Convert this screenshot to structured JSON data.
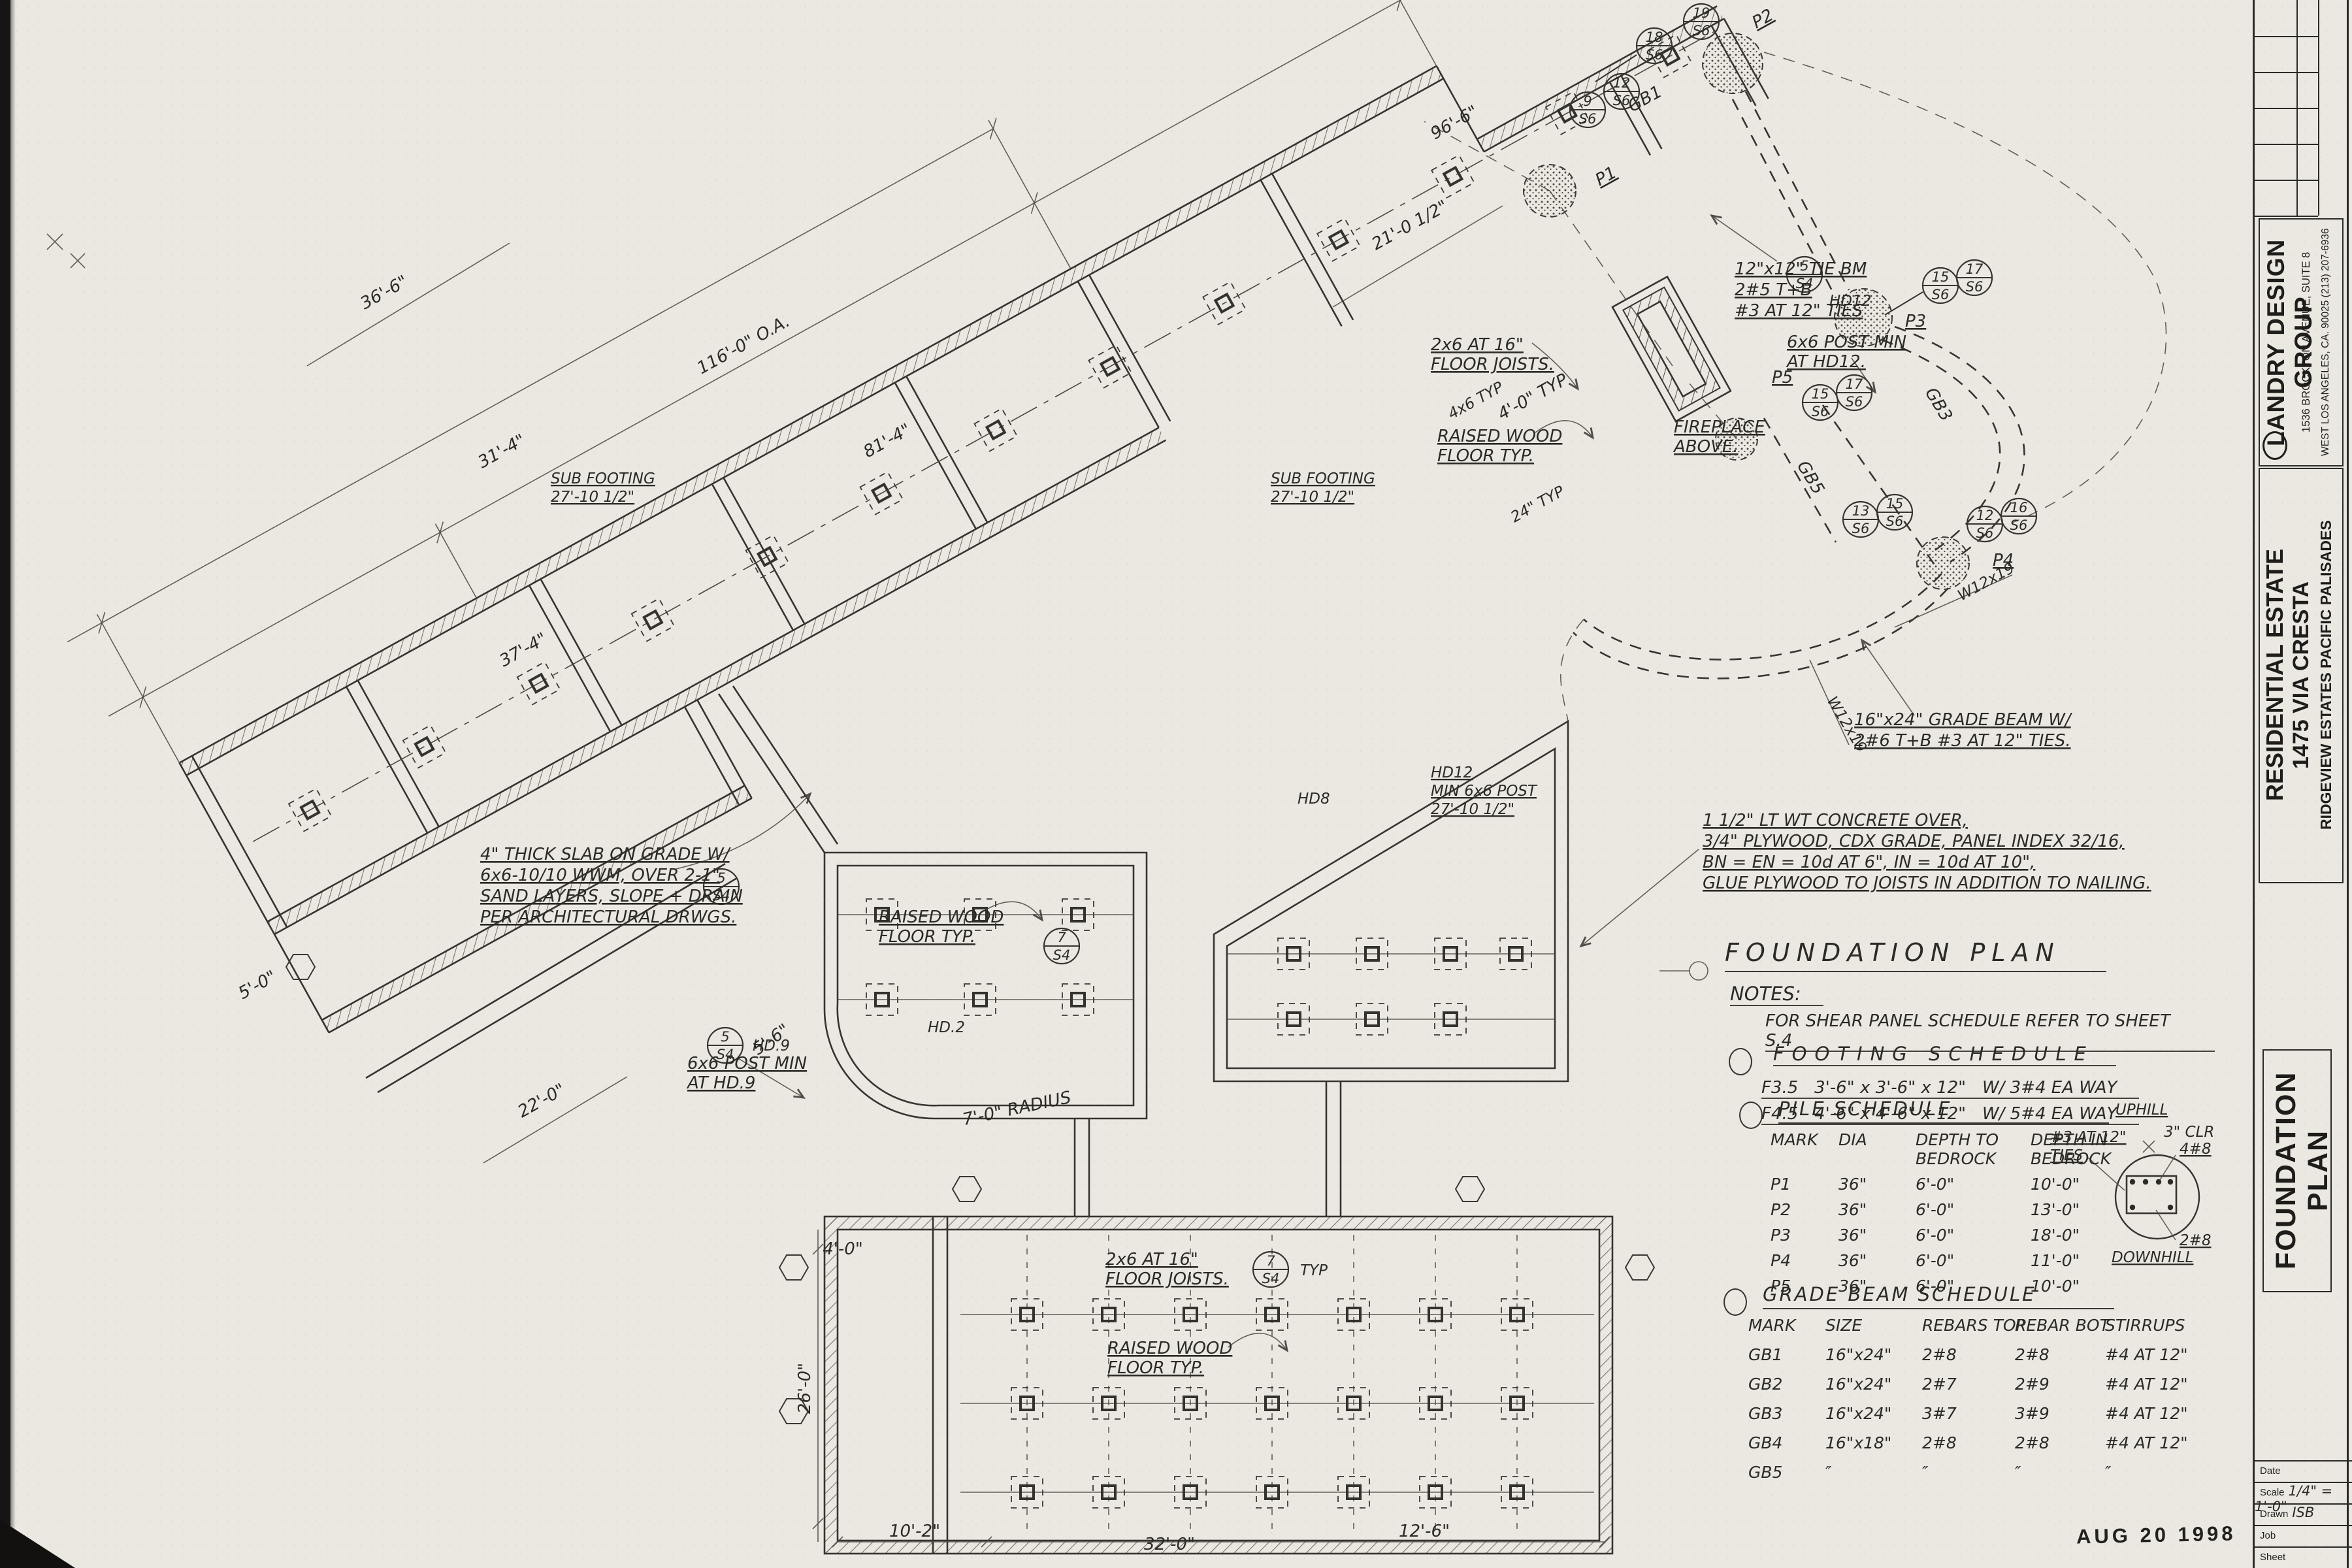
{
  "sheet": {
    "stamp_date": "AUG 20 1998"
  },
  "title_block": {
    "firm_name": "LANDRY DESIGN GROUP",
    "firm_address1": "1536 BROCKTON AVENUE, SUITE 8",
    "firm_address2": "WEST LOS ANGELES, CA. 90025 (213) 207-6936",
    "project_line1": "RESIDENTIAL ESTATE",
    "project_line2": "1475 VIA CRESTA",
    "project_line3": "RIDGEVIEW ESTATES   PACIFIC PALISADES",
    "sheet_title": "FOUNDATION PLAN",
    "fields": [
      {
        "label": "Date",
        "value": ""
      },
      {
        "label": "Scale",
        "value": "1/4\" = 1'-0\""
      },
      {
        "label": "Drawn",
        "value": "ISB"
      },
      {
        "label": "Job",
        "value": ""
      },
      {
        "label": "Sheet",
        "value": ""
      }
    ]
  },
  "plan_head": {
    "title": "FOUNDATION PLAN",
    "notes_label": "NOTES:",
    "note_shear": "FOR SHEAR PANEL SCHEDULE REFER TO SHEET S.4"
  },
  "footing_schedule": {
    "title": "FOOTING SCHEDULE",
    "rows": [
      {
        "mark": "F3.5",
        "size": "3'-6\" x 3'-6\" x 12\"",
        "reinf": "W/ 3#4 EA WAY"
      },
      {
        "mark": "F4.5",
        "size": "4'-6\" x 4'-6\" x 12\"",
        "reinf": "W/ 5#4 EA WAY"
      }
    ]
  },
  "pile_schedule": {
    "title": "PILE SCHEDULE",
    "h_mark": "MARK",
    "h_dia": "DIA",
    "h_depth_to": "DEPTH TO",
    "h_bedrock1": "BEDROCK",
    "h_depth_in": "DEPTH IN",
    "h_bedrock2": "BEDROCK",
    "rows": [
      [
        "P1",
        "36\"",
        "6'-0\"",
        "10'-0\""
      ],
      [
        "P2",
        "36\"",
        "6'-0\"",
        "13'-0\""
      ],
      [
        "P3",
        "36\"",
        "6'-0\"",
        "18'-0\""
      ],
      [
        "P4",
        "36\"",
        "6'-0\"",
        "11'-0\""
      ],
      [
        "P5",
        "36\"",
        "6'-0\"",
        "10'-0\""
      ]
    ]
  },
  "grade_beam_schedule": {
    "title": "GRADE BEAM SCHEDULE",
    "headers": [
      "MARK",
      "SIZE",
      "REBARS TOP",
      "REBAR BOT",
      "STIRRUPS"
    ],
    "rows": [
      [
        "GB1",
        "16\"x24\"",
        "2#8",
        "2#8",
        "#4 AT 12\""
      ],
      [
        "GB2",
        "16\"x24\"",
        "2#7",
        "2#9",
        "#4 AT 12\""
      ],
      [
        "GB3",
        "16\"x24\"",
        "3#7",
        "3#9",
        "#4 AT 12\""
      ],
      [
        "GB4",
        "16\"x18\"",
        "2#8",
        "2#8",
        "#4 AT 12\""
      ],
      [
        "GB5",
        "″",
        "″",
        "″",
        "″"
      ]
    ]
  },
  "pile_detail": {
    "uphill": "UPHILL",
    "downhill": "DOWNHILL",
    "clr": "3\" CLR",
    "top_bars": "4#8",
    "bot_bars": "2#8",
    "ties1": "#3 AT 12\"",
    "ties2": "TIES"
  },
  "notes": {
    "slab": [
      "4\" THICK SLAB ON GRADE W/",
      "6x6-10/10 WWM, OVER 2-1\"",
      "SAND LAYERS, SLOPE + DRAIN",
      "PER ARCHITECTURAL DRWGS."
    ],
    "concrete": [
      "1 1/2\" LT WT CONCRETE OVER,",
      "3/4\" PLYWOOD, CDX GRADE, PANEL INDEX 32/16,",
      "BN = EN = 10d AT 6\", IN = 10d AT 10\",",
      "GLUE PLYWOOD TO JOISTS IN ADDITION TO NAILING."
    ],
    "grade_beam": [
      "16\"x24\" GRADE BEAM W/",
      "2#6 T+B #3 AT 12\" TIES."
    ],
    "tie_beam": [
      "12\"x12\" TIE BM",
      "2#5 T+B",
      "#3 AT 12\" TIES"
    ],
    "joists": [
      "2x6 AT 16\"",
      "FLOOR JOISTS."
    ],
    "raised": [
      "RAISED WOOD",
      "FLOOR TYP."
    ],
    "fireplace": [
      "FIREPLACE",
      "ABOVE."
    ],
    "post_hd12": [
      "6x6 POST MIN",
      "AT HD12."
    ],
    "post_hd9": [
      "6x6 POST MIN",
      "AT HD.9"
    ],
    "sub_footing": [
      "SUB FOOTING",
      "27'-10 1/2\""
    ],
    "hd12_min": [
      "HD12",
      "MIN 6x6 POST",
      "27'-10 1/2\""
    ]
  },
  "labels": {
    "p1": "P1",
    "p2": "P2",
    "p3": "P3",
    "p4": "P4",
    "p5": "P5",
    "gb1": "GB1",
    "gb3": "GB3",
    "gb5": "GB5",
    "w12": "W12x19",
    "hd12": "HD12",
    "hd2": "HD.2",
    "hd8": "HD8",
    "hd9": "HD.9",
    "typ": "TYP",
    "post46": "4x6 TYP",
    "typ24": "24\" TYP"
  },
  "dims": {
    "d96": "96'-6\"",
    "d21": "21'-0 1/2\"",
    "d36": "36'-6\"",
    "d116": "116'-0\" O.A.",
    "d81": "81'-4\"",
    "d31": "31'-4\"",
    "d37": "37'-4\"",
    "d22": "22'-0\"",
    "d5": "5'-0\"",
    "d56": "5'-6\"",
    "radius": "7'-0\" RADIUS",
    "d26": "26'-0\"",
    "d32": "32'-0\"",
    "d126": "12'-6\"",
    "d102": "10'-2\"",
    "d40": "4'-0\"",
    "d40t": "4'-0\" TYP"
  },
  "bubbles": [
    {
      "top": "18",
      "bot": "S6"
    },
    {
      "top": "19",
      "bot": "S6"
    },
    {
      "top": "9",
      "bot": "S6"
    },
    {
      "top": "12",
      "bot": "S6"
    },
    {
      "top": "15",
      "bot": "S6"
    },
    {
      "top": "17",
      "bot": "S6"
    },
    {
      "top": "15",
      "bot": "S6"
    },
    {
      "top": "17",
      "bot": "S6"
    },
    {
      "top": "13",
      "bot": "S6"
    },
    {
      "top": "15",
      "bot": "S6"
    },
    {
      "top": "12",
      "bot": "S6"
    },
    {
      "top": "16",
      "bot": "S6"
    },
    {
      "top": "5",
      "bot": "S4"
    },
    {
      "top": "5",
      "bot": "S4"
    },
    {
      "top": "5",
      "bot": "S4"
    },
    {
      "top": "7",
      "bot": "S4"
    },
    {
      "top": "7",
      "bot": "S4"
    }
  ]
}
